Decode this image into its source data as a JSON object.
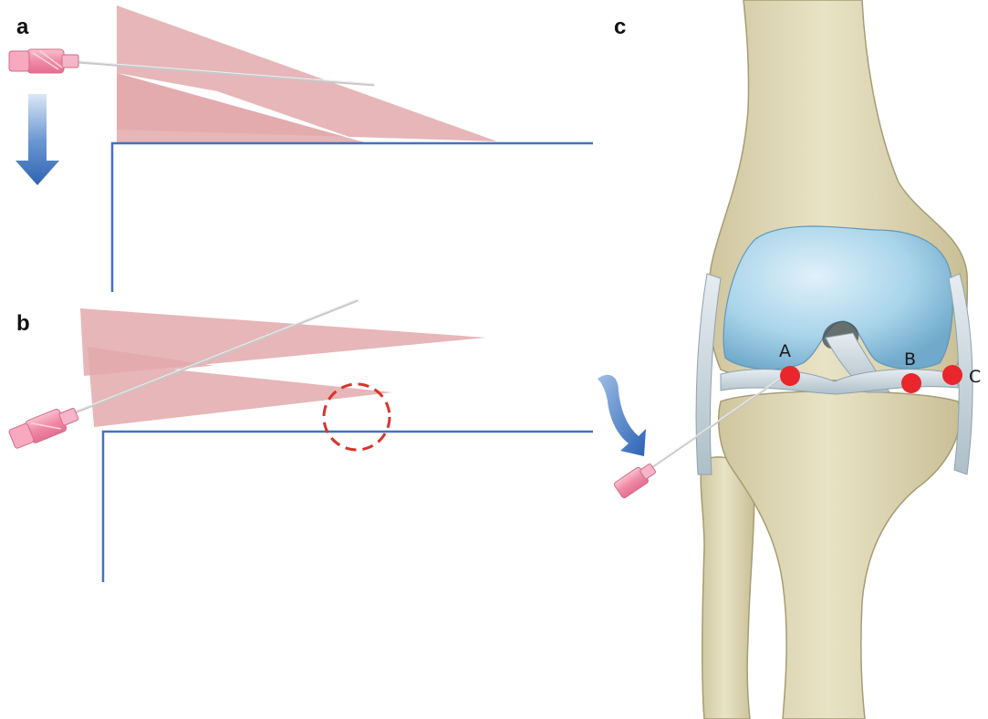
{
  "figure": {
    "panels": [
      {
        "id": "a",
        "label": "a"
      },
      {
        "id": "b",
        "label": "b"
      },
      {
        "id": "c",
        "label": "c"
      }
    ],
    "injection_points": [
      {
        "id": "A",
        "label": "A"
      },
      {
        "id": "B",
        "label": "B"
      },
      {
        "id": "C",
        "label": "C"
      }
    ],
    "colors": {
      "ultrasound_beam": "#e3a9ab",
      "surface_line": "#4472c4",
      "arrow_blue": "#3b74c4",
      "target_circle": "#d7342b",
      "injection_point": "#e8262c",
      "cartilage": "#a9d4ea",
      "bone": "#ddd6b4",
      "needle_hub": "#f08aa6"
    }
  }
}
